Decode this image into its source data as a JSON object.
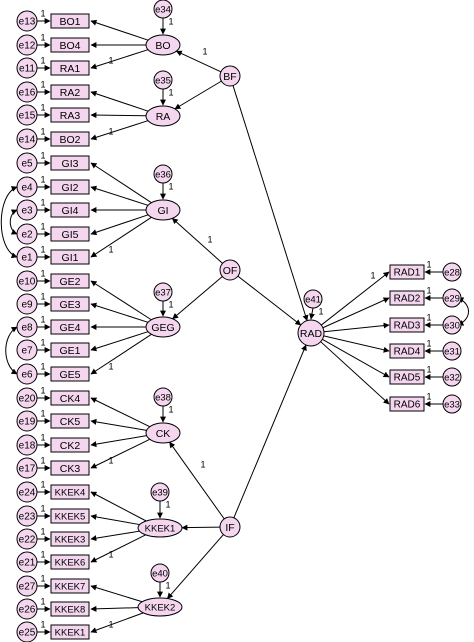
{
  "colors": {
    "fill": "#f4d7ef",
    "stroke": "#000000",
    "background": "#ffffff"
  },
  "observed": [
    "BO1",
    "BO4",
    "RA1",
    "RA2",
    "RA3",
    "BO2",
    "GI3",
    "GI2",
    "GI4",
    "GI5",
    "GI1",
    "GE2",
    "GE3",
    "GE4",
    "GE1",
    "GE5",
    "CK4",
    "CK5",
    "CK2",
    "CK3",
    "KKEK4",
    "KKEK5",
    "KKEK3",
    "KKEK6",
    "KKEK7",
    "KKEK8",
    "KKEK1",
    "RAD1",
    "RAD2",
    "RAD3",
    "RAD4",
    "RAD5",
    "RAD6"
  ],
  "errors": [
    "e13",
    "e12",
    "e11",
    "e16",
    "e15",
    "e14",
    "e5",
    "e4",
    "e3",
    "e2",
    "e1",
    "e10",
    "e9",
    "e8",
    "e7",
    "e6",
    "e20",
    "e19",
    "e18",
    "e17",
    "e24",
    "e23",
    "e22",
    "e21",
    "e27",
    "e26",
    "e25",
    "e28",
    "e29",
    "e30",
    "e31",
    "e32",
    "e33"
  ],
  "latents": [
    "BO",
    "RA",
    "GI",
    "GEG",
    "CK",
    "KKEK1",
    "KKEK2",
    "BF",
    "OF",
    "IF",
    "RAD"
  ],
  "disturbances": [
    "e34",
    "e35",
    "e36",
    "e37",
    "e38",
    "e39",
    "e40",
    "e41"
  ],
  "path_coefficient": "1"
}
